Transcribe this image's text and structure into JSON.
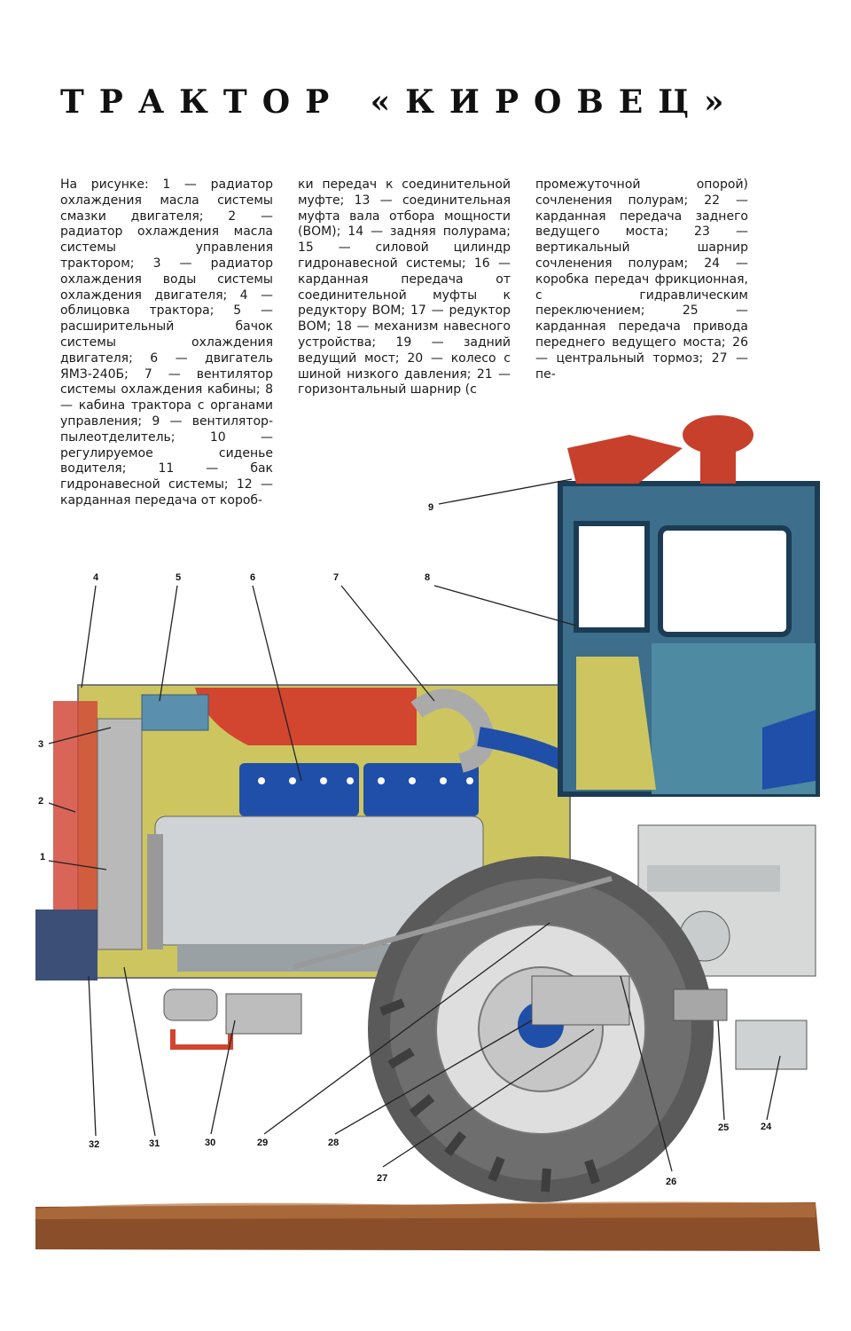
{
  "title": "ТРАКТОР «КИРОВЕЦ»",
  "caption": {
    "col1": "На рисунке: 1 — радиатор охлаждения масла системы смазки двигателя; 2 — радиатор охлаждения масла системы управления трактором; 3 — радиатор охлаждения воды системы охлаждения двигателя; 4 — облицовка трактора; 5 — расширительный бачок системы охлаждения двигателя; 6 — двигатель ЯМЗ-240Б; 7 — вентилятор системы охлаждения кабины; 8 — кабина трактора с органами управления; 9 — вентилятор-пылеотделитель; 10 — регулируемое сиденье водителя; 11 — бак гидронавесной системы; 12 — карданная передача от короб-",
    "col2": "ки передач к соединительной муфте; 13 — соединительная муфта вала отбора мощности (ВОМ); 14 — задняя полурама; 15 — силовой цилиндр гидронавесной системы; 16 — карданная передача от соединительной муфты к редуктору ВОМ; 17 — редуктор ВОМ; 18 — механизм навесного устройства; 19 — задний ведущий мост; 20 — колесо с шиной низкого давления; 21 — горизонтальный шарнир (с",
    "col3": "промежуточной опорой) сочленения полурам; 22 — карданная передача заднего ведущего моста; 23 — вертикальный шарнир сочленения полурам; 24 — коробка передач фрикционная, с гидравлическим переключением; 25 — карданная передача привода переднего ведущего моста; 26 — центральный тормоз; 27 — пе-"
  },
  "callouts": [
    "1",
    "2",
    "3",
    "4",
    "5",
    "6",
    "7",
    "8",
    "9",
    "24",
    "25",
    "26",
    "27",
    "28",
    "29",
    "30",
    "31",
    "32"
  ],
  "colors": {
    "cab_blue": "#3d6f8c",
    "engine_yellow": "#c9c35a",
    "engine_block_blue": "#1f4fa8",
    "hood_red": "#d2452e",
    "ground": "#8a4f2a",
    "tire": "#5a5a5a"
  }
}
